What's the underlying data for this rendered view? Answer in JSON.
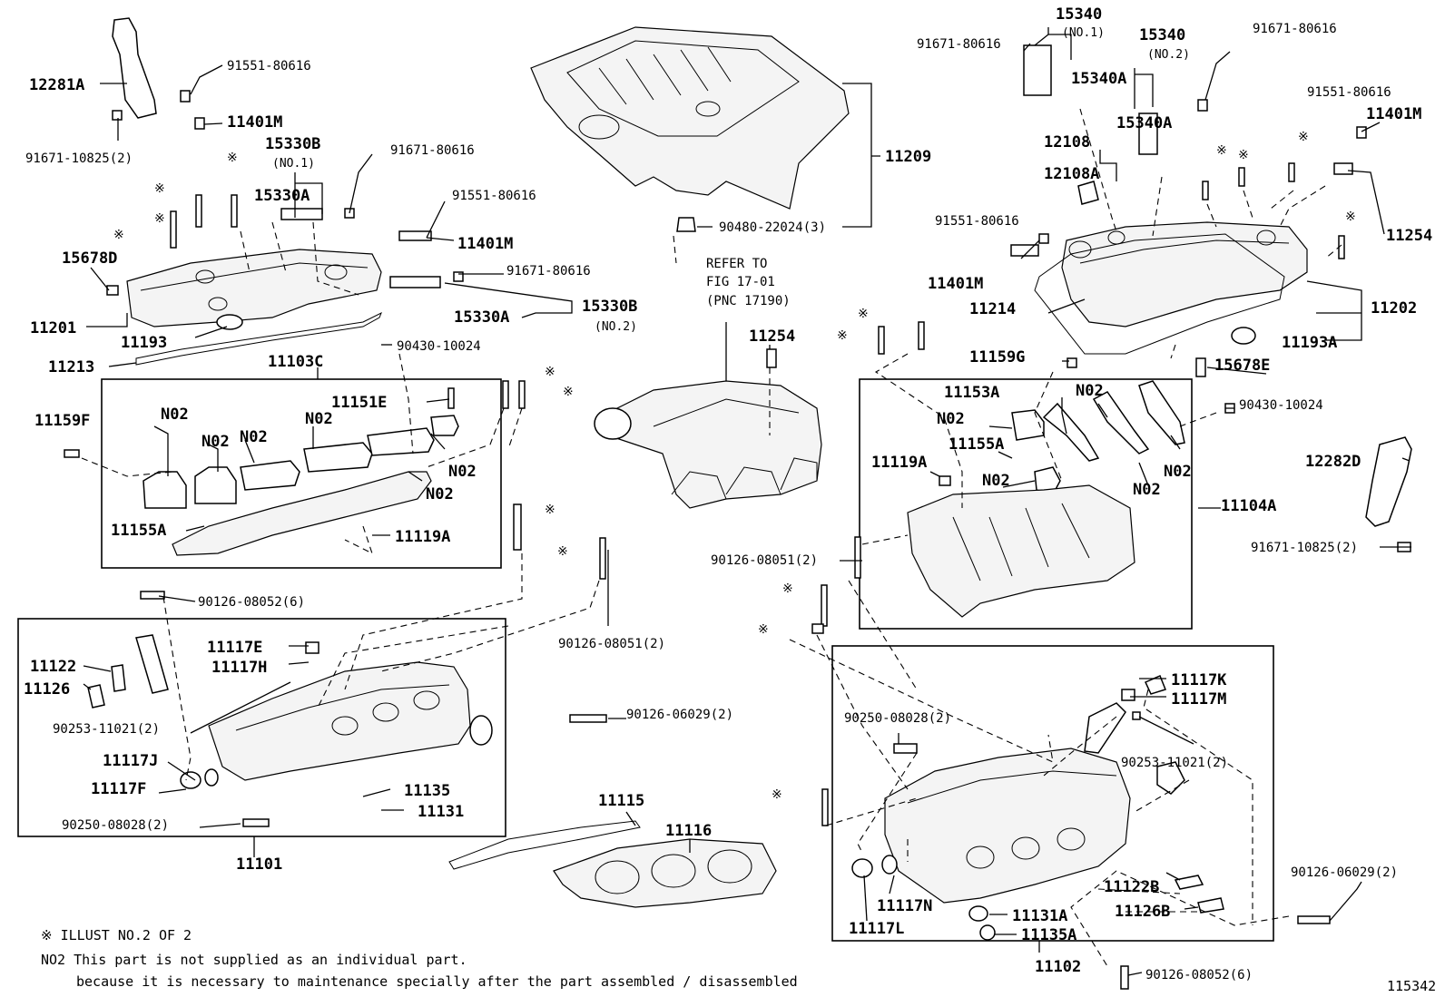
{
  "labels": {
    "p12281A": "12281A",
    "p91551_80616_a": "91551-80616",
    "p11401M_a": "11401M",
    "p91671_10825_a": "91671-10825(2)",
    "p15330B_1": "15330B",
    "p15330B_1_no": "(NO.1)",
    "p91671_80616_a": "91671-80616",
    "p15330A_a": "15330A",
    "p91551_80616_b": "91551-80616",
    "p11401M_b": "11401M",
    "p15678D": "15678D",
    "p91671_80616_b": "91671-80616",
    "p15330B_2": "15330B",
    "p15330B_2_no": "(NO.2)",
    "p15330A_b": "15330A",
    "p11201": "11201",
    "p11193": "11193",
    "p90430_10024_a": "90430-10024",
    "p11213": "11213",
    "p11103C": "11103C",
    "p11151E": "11151E",
    "p11159F": "11159F",
    "pN02_a": "N02",
    "pN02_b": "N02",
    "pN02_c": "N02",
    "pN02_d": "N02",
    "pN02_e": "N02",
    "pN02_f": "N02",
    "p11155A_a": "11155A",
    "p11119A_a": "11119A",
    "p90126_08052_a": "90126-08052(6)",
    "p90126_08051_a": "90126-08051(2)",
    "p11117E": "11117E",
    "p11117H": "11117H",
    "p11122_a": "11122",
    "p11126_a": "11126",
    "p90253_11021_a": "90253-11021(2)",
    "p90126_06029_a": "90126-06029(2)",
    "p11117J": "11117J",
    "p11117F": "11117F",
    "p11135_a": "11135",
    "p11131_a": "11131",
    "p90250_08028_a": "90250-08028(2)",
    "p11101": "11101",
    "p11115": "11115",
    "p11116": "11116",
    "p11209": "11209",
    "p90480_22024": "90480-22024(3)",
    "refer1": "REFER TO",
    "refer2": "FIG 17-01",
    "refer3": "(PNC 17190)",
    "p11254_a": "11254",
    "p15340_1": "15340",
    "p15340_1_no": "(NO.1)",
    "p15340_2": "15340",
    "p15340_2_no": "(NO.2)",
    "p91671_80616_c": "91671-80616",
    "p91671_80616_d": "91671-80616",
    "p15340A_a": "15340A",
    "p15340A_b": "15340A",
    "p91551_80616_c": "91551-80616",
    "p11401M_c": "11401M",
    "p12108": "12108",
    "p12108A": "12108A",
    "p11254_b": "11254",
    "p91551_80616_d": "91551-80616",
    "p11401M_d": "11401M",
    "p11214": "11214",
    "p11202": "11202",
    "p11193A": "11193A",
    "p11159G": "11159G",
    "p15678E": "15678E",
    "p11153A": "11153A",
    "pN02_g": "N02",
    "pN02_h": "N02",
    "pN02_i": "N02",
    "pN02_j": "N02",
    "pN02_k": "N02",
    "p90430_10024_b": "90430-10024",
    "p11155A_b": "11155A",
    "p11119A_b": "11119A",
    "p11104A": "11104A",
    "p12282D": "12282D",
    "p91671_10825_b": "91671-10825(2)",
    "p90126_08051_b": "90126-08051(2)",
    "p11117K": "11117K",
    "p11117M": "11117M",
    "p90250_08028_b": "90250-08028(2)",
    "p90253_11021_b": "90253-11021(2)",
    "p11122B": "11122B",
    "p11126B": "11126B",
    "p11117N": "11117N",
    "p11117L": "11117L",
    "p11131A": "11131A",
    "p11135A": "11135A",
    "p11102": "11102",
    "p90126_06029_b": "90126-06029(2)",
    "p90126_08052_b": "90126-08052(6)",
    "mark": "※",
    "note1": "※ ILLUST NO.2 OF 2",
    "note2": "NO2 This part is not supplied as an individual part.",
    "note3": "because it is necessary to maintenance specially after the part assembled / disassembled",
    "figno": "115342"
  }
}
